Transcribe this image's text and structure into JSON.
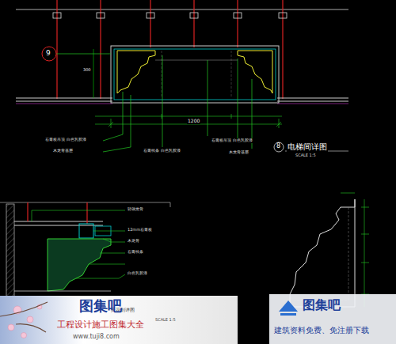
{
  "diagram": {
    "labels": [
      "9",
      "8",
      "电梯间详图",
      "SCALE 1:5",
      "1200",
      "300",
      "石膏板吊顶 白色乳胶漆",
      "木龙骨基层",
      "石膏线条 白色乳胶漆",
      "石膏板吊顶 白色乳胶漆",
      "木龙骨基层",
      "轻钢龙骨",
      "12mm石膏板",
      "木龙骨",
      "石膏线条",
      "白色乳胶漆",
      "天花剖详图",
      "SCALE 1:5",
      "图集吧",
      "工程设计施工图集大全",
      "www.tujі8.com",
      "图集吧",
      "建筑资料免费、免注册下载"
    ]
  }
}
